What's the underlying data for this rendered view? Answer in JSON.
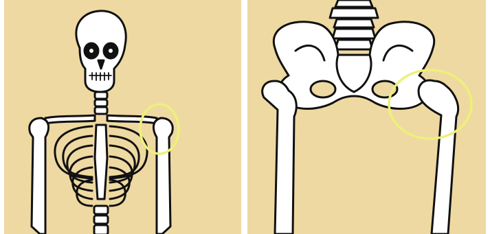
{
  "image": {
    "description_colors": {
      "background": "#efd9a2",
      "bone_fill": "#ffffff",
      "bone_outline": "#111111",
      "highlight_circle": "#eef07a"
    },
    "panels": [
      {
        "subject": "upper-skeleton-shoulder",
        "highlight": "shoulder-joint"
      },
      {
        "subject": "pelvis-and-femurs",
        "highlight": "hip-joint"
      }
    ]
  }
}
